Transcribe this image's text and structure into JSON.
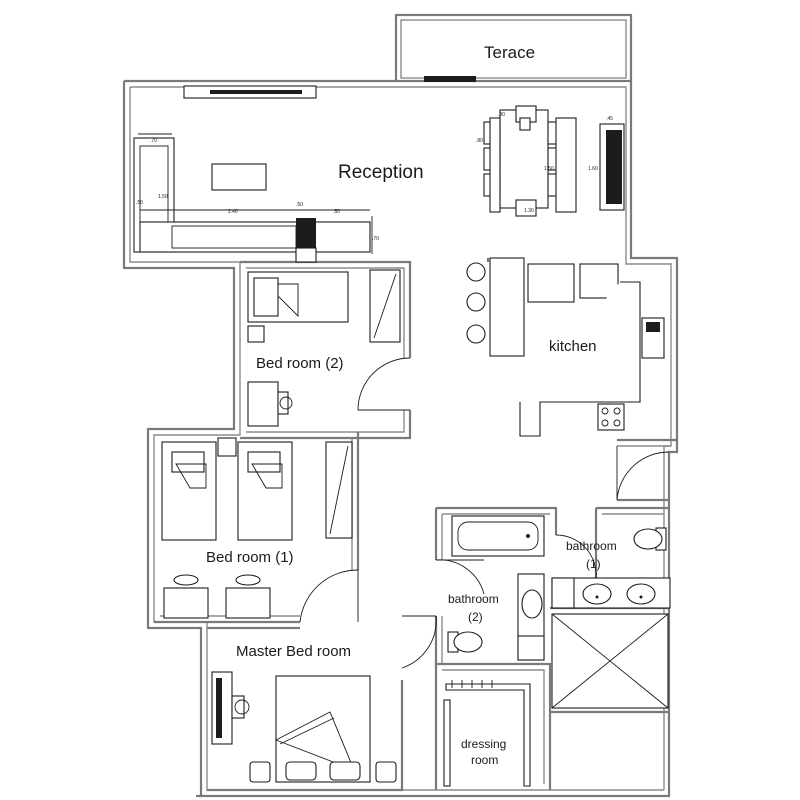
{
  "rooms": {
    "terrace": "Terace",
    "reception": "Reception",
    "kitchen": "kitchen",
    "bedroom2": "Bed room  (2)",
    "bedroom1": "Bed room  (1)",
    "bathroom1_line1": "bathroom",
    "bathroom1_line2": "(1)",
    "bathroom2_line1": "bathroom",
    "bathroom2_line2": "(2)",
    "master_bedroom": "Master Bed room",
    "dressing_line1": "dressing",
    "dressing_line2": "room"
  },
  "dimensions": {
    "sofa_depth": ".70",
    "sofa_side_length": "1.50",
    "sofa_back_length": "2.40",
    "sofa_arm_width": ".50",
    "sofa_end": ".50",
    "sofa_end_right": ".70",
    "table_top": ".90",
    "table_side": ".80",
    "table_depth": "1.50",
    "table_bottom": "1.30",
    "cabinet_width": ".45",
    "cabinet_length": "1.60"
  }
}
